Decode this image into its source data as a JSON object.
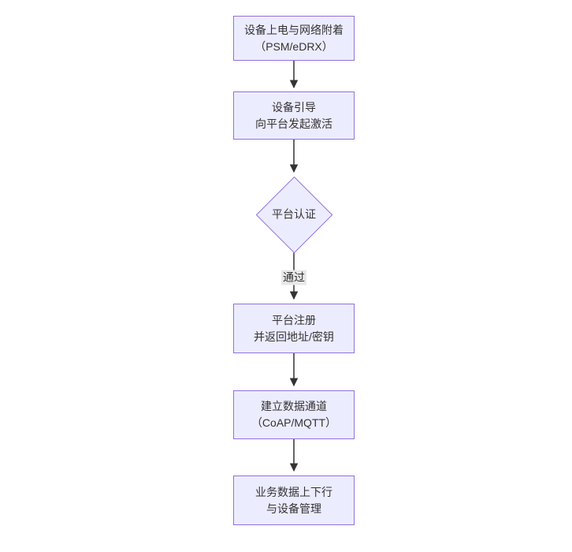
{
  "diagram": {
    "type": "flowchart",
    "direction": "top-down",
    "nodes": [
      {
        "id": "A",
        "shape": "rect",
        "line1": "设备上电与网络附着",
        "line2": "（PSM/eDRX）"
      },
      {
        "id": "B",
        "shape": "rect",
        "line1": "设备引导",
        "line2": "向平台发起激活"
      },
      {
        "id": "C",
        "shape": "diamond",
        "label": "平台认证"
      },
      {
        "id": "D",
        "shape": "rect",
        "line1": "平台注册",
        "line2": "并返回地址/密钥"
      },
      {
        "id": "E",
        "shape": "rect",
        "line1": "建立数据通道",
        "line2": "（CoAP/MQTT）"
      },
      {
        "id": "F",
        "shape": "rect",
        "line1": "业务数据上下行",
        "line2": "与设备管理"
      }
    ],
    "edges": [
      {
        "from": "A",
        "to": "B",
        "label": ""
      },
      {
        "from": "B",
        "to": "C",
        "label": ""
      },
      {
        "from": "C",
        "to": "D",
        "label": "通过"
      },
      {
        "from": "D",
        "to": "E",
        "label": ""
      },
      {
        "from": "E",
        "to": "F",
        "label": ""
      }
    ],
    "edge_label_pass": "通过",
    "colors": {
      "node_fill": "#ECECFF",
      "node_border": "#9370DB",
      "arrow": "#333333",
      "text": "#333333",
      "edge_label_bg": "#e8e8e8",
      "background": "#ffffff"
    }
  }
}
